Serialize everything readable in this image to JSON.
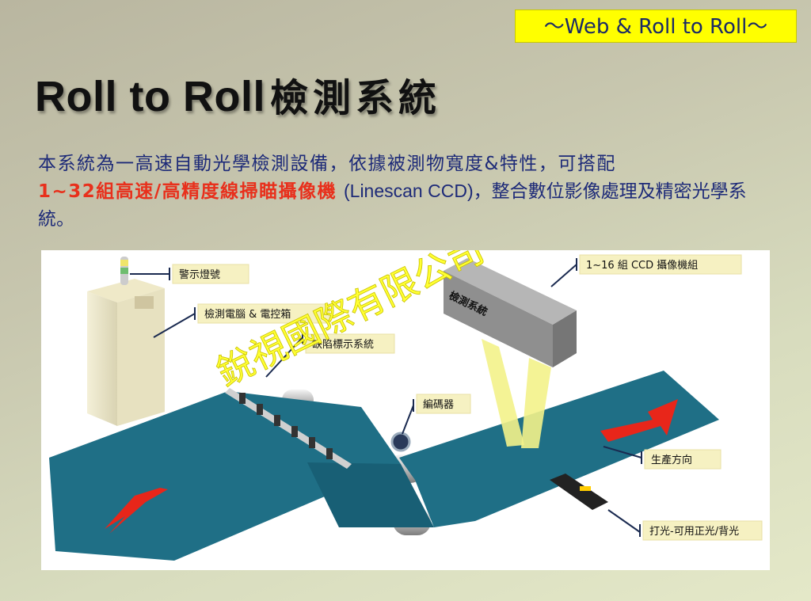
{
  "header": {
    "tag": "～Web & Roll to Roll～",
    "title_latin": "Roll to Roll",
    "title_zh": "檢測系統"
  },
  "description": {
    "part1": "本系統為一高速自動光學檢測設備，依據被測物寬度&特性，可搭配",
    "highlight": "1~32組高速/高精度線掃瞄攝像機",
    "part2": "(Linescan CCD)，整合數位影像處理及精密光學系統。"
  },
  "diagram": {
    "labels": {
      "warning_light": "警示燈號",
      "computer_cabinet": "檢測電腦 & 電控箱",
      "marking_system": "缺陷標示系統",
      "encoder": "編碼器",
      "ccd_group": "1~16 組 CCD 攝像機組",
      "inspection_box": "檢測系統",
      "direction": "生產方向",
      "lighting": "打光-可用正光/背光"
    },
    "watermark": "銳視國際有限公司",
    "colors": {
      "web": "#1f6f86",
      "arrow": "#e8261a",
      "beam": "#f3f28a",
      "label_bg": "#f6f1c2"
    }
  }
}
